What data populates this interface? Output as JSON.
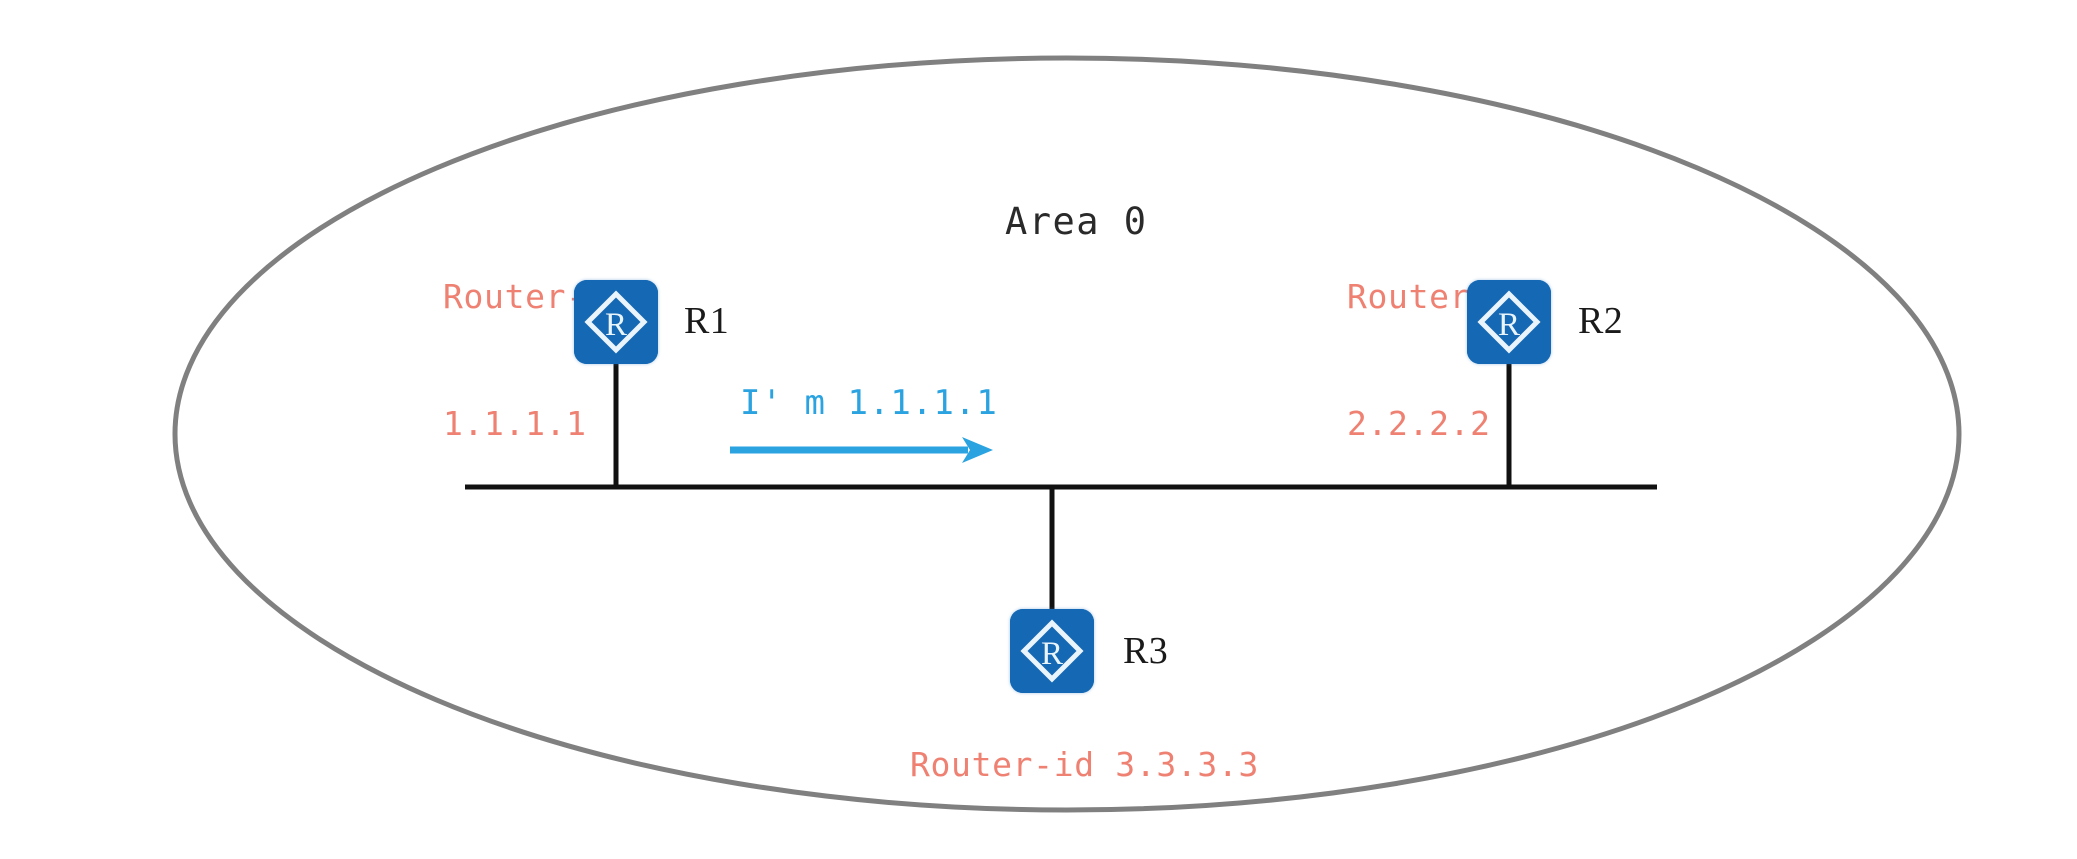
{
  "diagram": {
    "type": "network-topology",
    "title_label": "Area 0",
    "area_boundary": {
      "shape": "ellipse",
      "stroke_color": "#808080"
    },
    "colors": {
      "router_blue": "#1468b4",
      "routerid_salmon": "#ee8172",
      "hello_cyan": "#2aa3e0",
      "link_black": "#111111",
      "boundary_gray": "#808080"
    },
    "routers": [
      {
        "id": "r1",
        "name": "R1",
        "router_id_lines": [
          "Router-id",
          "1.1.1.1"
        ],
        "icon": "router-icon"
      },
      {
        "id": "r2",
        "name": "R2",
        "router_id_lines": [
          "Router-id",
          "2.2.2.2"
        ],
        "icon": "router-icon"
      },
      {
        "id": "r3",
        "name": "R3",
        "router_id_lines": [
          "Router-id 3.3.3.3"
        ],
        "icon": "router-icon"
      }
    ],
    "annotations": [
      {
        "id": "hello-packet",
        "text": "I' m 1.1.1.1",
        "arrow": "arrow-right-icon",
        "color": "#2aa3e0"
      }
    ],
    "links": [
      {
        "from": "r1",
        "to": "broadcast-segment"
      },
      {
        "from": "r2",
        "to": "broadcast-segment"
      },
      {
        "from": "r3",
        "to": "broadcast-segment"
      }
    ]
  }
}
